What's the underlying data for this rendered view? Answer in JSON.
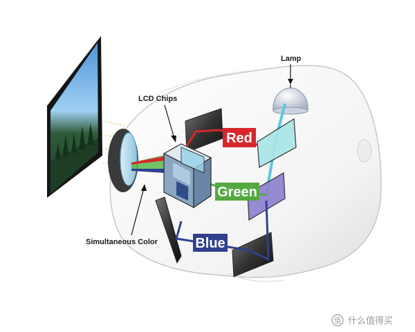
{
  "labels": {
    "lamp": "Lamp",
    "lcd_chips": "LCD Chips",
    "simultaneous_color": "Simultaneous Color",
    "red": "Red",
    "green": "Green",
    "blue": "Blue"
  },
  "watermark": {
    "text": "什么值得买",
    "icon": "value-badge-icon"
  },
  "colors": {
    "red": "#d7262b",
    "green": "#53a93f",
    "blue": "#303f8e",
    "cyan_beam": "#5cc7de",
    "body_outline": "#c7c7c7",
    "lcd_cube": "#8aa6c2"
  }
}
